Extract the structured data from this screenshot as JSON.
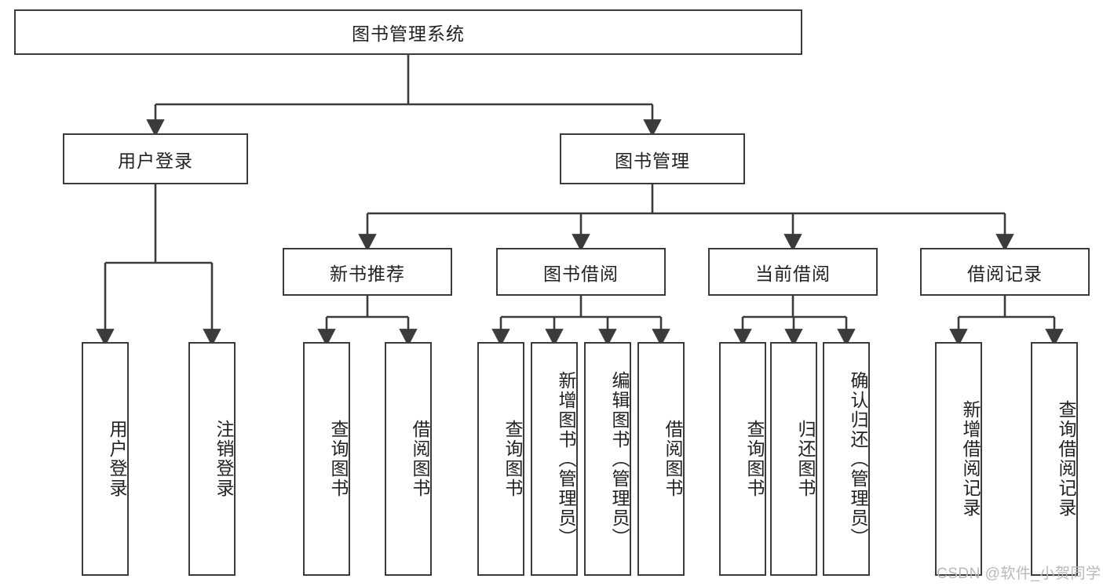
{
  "diagram": {
    "title": "图书管理系统",
    "type": "tree-hierarchy",
    "watermark": "CSDN @软件_小贺同学",
    "colors": {
      "box_border": "#3b3b3b",
      "box_fill": "#ffffff",
      "edge": "#3b3b3b",
      "text": "#222222",
      "watermark": "#b9b9b9",
      "background": "#ffffff"
    },
    "root": {
      "label": "图书管理系统"
    },
    "level2": [
      {
        "label": "用户登录"
      },
      {
        "label": "图书管理"
      }
    ],
    "level3": [
      {
        "label": "新书推荐"
      },
      {
        "label": "图书借阅"
      },
      {
        "label": "当前借阅"
      },
      {
        "label": "借阅记录"
      }
    ],
    "leaves": {
      "user_login": [
        {
          "label": "用户登录"
        },
        {
          "label": "注销登录"
        }
      ],
      "new_book_recommend": [
        {
          "label": "查询图书"
        },
        {
          "label": "借阅图书"
        }
      ],
      "book_borrow": [
        {
          "label": "查询图书"
        },
        {
          "label": "新增图书（管理员）"
        },
        {
          "label": "编辑图书（管理员）"
        },
        {
          "label": "借阅图书"
        }
      ],
      "current_borrow": [
        {
          "label": "查询图书"
        },
        {
          "label": "归还图书"
        },
        {
          "label": "确认归还（管理员）"
        }
      ],
      "borrow_record": [
        {
          "label": "新增借阅记录"
        },
        {
          "label": "查询借阅记录"
        }
      ]
    }
  }
}
